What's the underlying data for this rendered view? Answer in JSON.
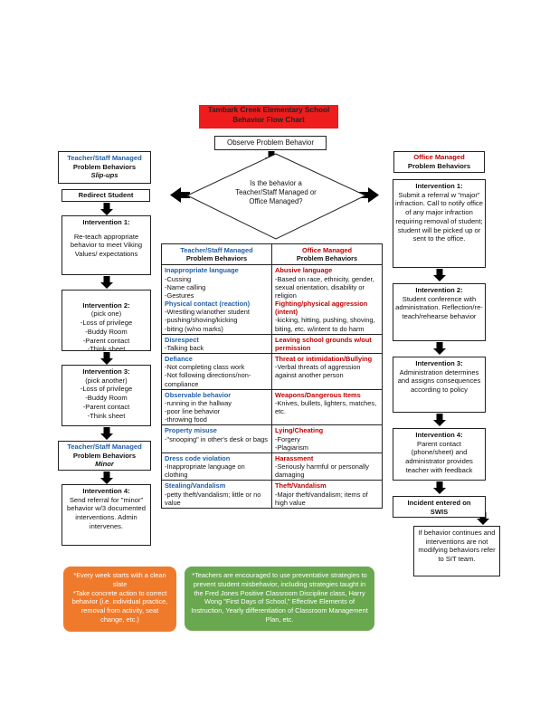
{
  "title": {
    "line1": "Tambark Creek Elementary School",
    "line2": "Behavior Flow Chart"
  },
  "start": "Observe Problem Behavior",
  "decision": "Is the behavior a Teacher/Staff Managed or Office Managed?",
  "left": {
    "slipups": {
      "line1": "Teacher/Staff Managed",
      "line2": "Problem Behaviors",
      "line3": "Slip-ups"
    },
    "redirect": "Redirect Student",
    "int1": {
      "title": "Intervention 1:",
      "body": "Re-teach appropriate behavior to meet Viking Values/ expectations"
    },
    "int2": {
      "title": "Intervention 2:",
      "body": "(pick one)\n-Loss of privilege\n-Buddy Room\n-Parent contact\n-Think sheet"
    },
    "int3": {
      "title": "Intervention 3:",
      "body": "(pick another)\n-Loss of privilege\n-Buddy Room\n-Parent contact\n-Think sheet"
    },
    "minor": {
      "line1": "Teacher/Staff Managed",
      "line2": "Problem Behaviors",
      "line3": "Minor"
    },
    "int4": {
      "title": "Intervention 4:",
      "body": "Send referral for \"minor\" behavior w/3 documented interventions. Admin intervenes."
    }
  },
  "right": {
    "header": {
      "line1": "Office Managed",
      "line2": "Problem Behaviors"
    },
    "int1": {
      "title": "Intervention 1:",
      "body": "Submit a referral w \"major\" infraction. Call to notify office of any major infraction requiring removal of student; student will be picked up or sent to the office."
    },
    "int2": {
      "title": "Intervention 2:",
      "body": "Student conference with administration. Reflection/re-teach/rehearse behavior"
    },
    "int3": {
      "title": "Intervention 3:",
      "body": "Administration determines and assigns consequences according to policy"
    },
    "int4": {
      "title": "Intervention 4:",
      "body": "Parent contact (phone/sheet) and administrator provides teacher with feedback"
    },
    "swis": {
      "line1": "Incident entered on",
      "line2": "SWIS"
    },
    "sit": "If behavior continues and interventions are not modifying behaviors refer to SIT team."
  },
  "table": {
    "col1": {
      "line1": "Teacher/Staff Managed",
      "line2": "Problem Behaviors"
    },
    "col2": {
      "line1": "Office Managed",
      "line2": "Problem Behaviors"
    },
    "rows": [
      {
        "left_head": "Inappropriate language",
        "left_body": "-Cussing\n-Name calling\n-Gestures",
        "left_sub": "Physical contact (reaction)",
        "left_sub_body": "-Wrestling w/another student\n-pushing/shoving/kicking\n-biting (w/no marks)",
        "right_head": "Abusive language",
        "right_body": "-Based on race, ethnicity, gender, sexual orientation, disability or religion",
        "right_sub": "Fighting/physical aggression (intent)",
        "right_sub_body": "-kicking, hitting, pushing, shoving, biting, etc. w/intent to do harm"
      },
      {
        "left_head": "Disrespect",
        "left_body": "-Talking back",
        "right_head": "Leaving school grounds w/out permission",
        "right_body": ""
      },
      {
        "left_head": "Defiance",
        "left_body": "-Not completing class work\n-Not following directions/non-compliance",
        "right_head": "Threat or intimidation/Bullying",
        "right_body": "-Verbal threats of aggression against another person"
      },
      {
        "left_head": "Observable behavior",
        "left_body": "-running in the hallway\n-poor line behavior\n-throwing food",
        "right_head": "Weapons/Dangerous Items",
        "right_body": "-Knives, bullets, lighters, matches, etc."
      },
      {
        "left_head": "Property misuse",
        "left_body": "-\"snooping\" in other's desk or bags",
        "right_head": "Lying/Cheating",
        "right_body": "-Forgery\n-Plagiarism"
      },
      {
        "left_head": "Dress code violation",
        "left_body": "-Inappropriate language on clothing",
        "right_head": "Harassment",
        "right_body": "-Seriously harmful or personally damaging"
      },
      {
        "left_head": "Stealing/Vandalism",
        "left_body": "-petty theft/vandalism; little or no value",
        "right_head": "Theft/Vandalism",
        "right_body": "-Major theft/vandalism; items of high value"
      }
    ]
  },
  "notes": {
    "orange": "*Every week starts with a clean slate\n*Take concrete action to correct behavior (i.e. individual practice, removal from activity, seat change, etc.)",
    "green": "*Teachers are encouraged to use preventative strategies to prevent student misbehavior, including strategies taught in the Fred Jones Positive Classroom Discipline class, Harry Wong \"First Days of School,\" Effective Elements of Instruction, Yearly differentiation of Classroom Management Plan, etc."
  },
  "colors": {
    "title_bg": "#ee1c1c",
    "blue": "#1f5fa8",
    "red": "#c00000",
    "orange": "#f07a2b",
    "green": "#6aa84f"
  }
}
